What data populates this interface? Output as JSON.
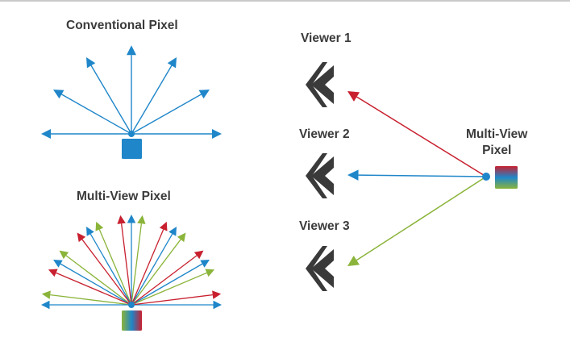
{
  "labels": {
    "conventional_title": "Conventional Pixel",
    "multiview_title": "Multi-View Pixel",
    "viewer1": "Viewer 1",
    "viewer2": "Viewer 2",
    "viewer3": "Viewer 3",
    "mv_pixel_line1": "Multi-View",
    "mv_pixel_line2": "Pixel"
  },
  "colors": {
    "blue": "#1f86c9",
    "red": "#c8202f",
    "green": "#8ab43a",
    "eye": "#3a3a3a",
    "text": "#3b3b3b"
  },
  "icons": [
    "eye-icon",
    "pixel-square-icon",
    "arrow-icon"
  ]
}
